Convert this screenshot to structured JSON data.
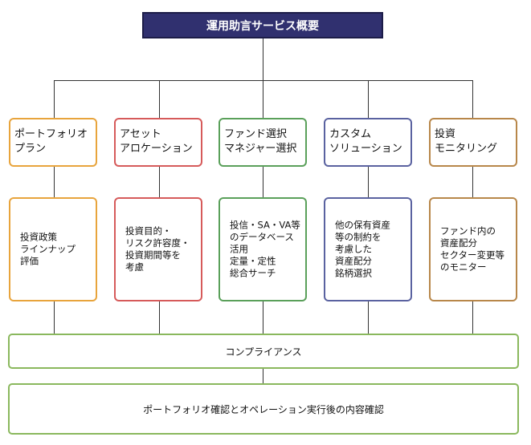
{
  "title": "運用助言サービス概要",
  "columns": [
    {
      "title": "ポートフォリオ\nプラン",
      "detail": "投資政策\nラインナップ\n評価",
      "color": "#e8a43c"
    },
    {
      "title": "アセット\nアロケーション",
      "detail": "投資目的・\nリスク許容度・\n投資期間等を\n考慮",
      "color": "#d65a5a"
    },
    {
      "title": "ファンド選択\nマネジャー選択",
      "detail": "投信・SA・VA等\nのデータベース\n活用\n定量・定性\n総合サーチ",
      "color": "#5aa05a"
    },
    {
      "title": "カスタム\nソリューション",
      "detail": "他の保有資産\n等の制約を\n考慮した\n資産配分\n銘柄選択",
      "color": "#5a62a0"
    },
    {
      "title": "投資\nモニタリング",
      "detail": "ファンド内の\n資産配分\nセクター変更等\nのモニター",
      "color": "#b8874a"
    }
  ],
  "compliance": "コンプライアンス",
  "confirmation": "ポートフォリオ確認とオペレーション実行後の内容確認",
  "colors": {
    "title_bg": "#30306f",
    "bar_border": "#8ab85d"
  }
}
